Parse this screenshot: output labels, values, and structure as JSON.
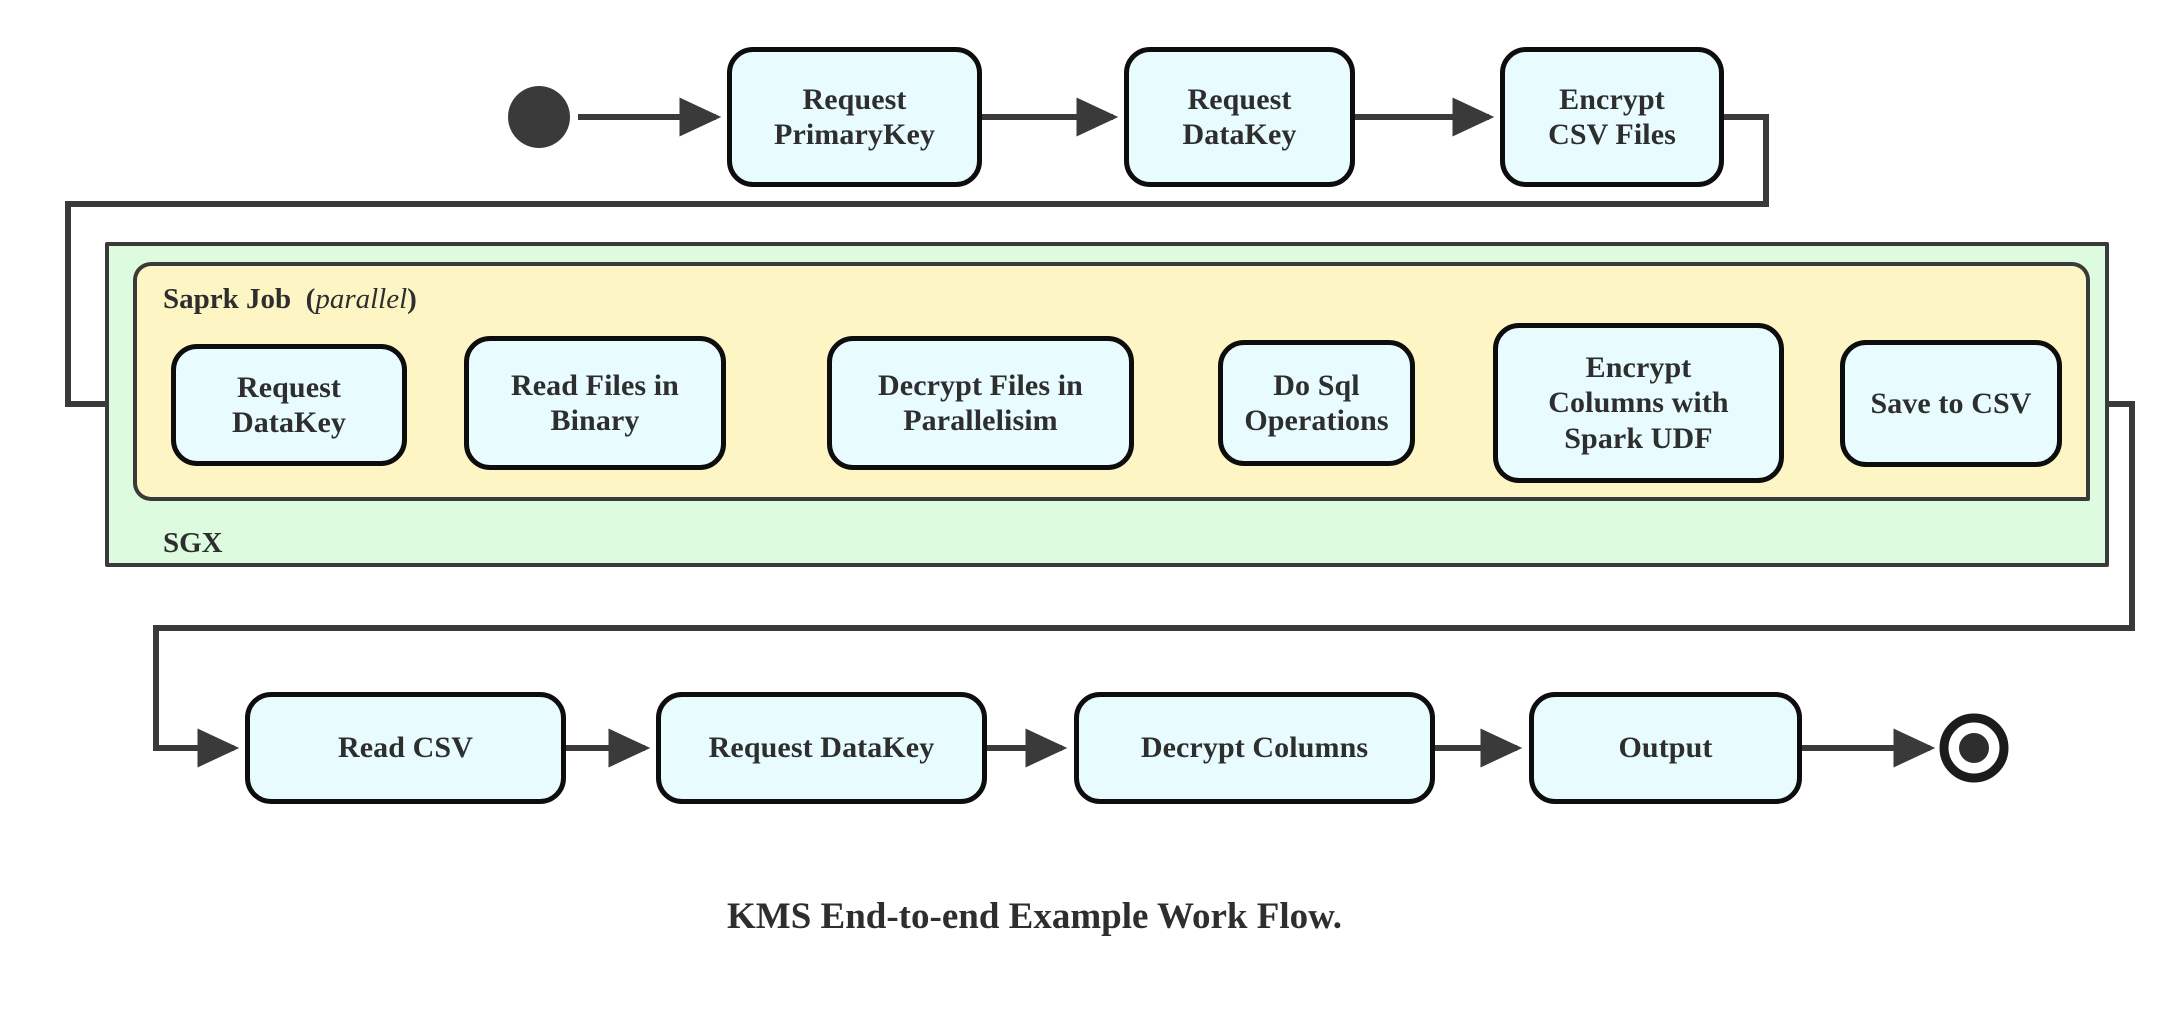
{
  "diagram": {
    "caption": "KMS End-to-end Example Work Flow.",
    "colors": {
      "node_fill": "#e8fcff",
      "node_stroke": "#0d0d0d",
      "sgx_fill": "#ddfbdf",
      "spark_fill": "#fdf5c4",
      "group_stroke": "#3a3a3a",
      "text": "#2e2e2e",
      "connector": "#3a3a3a",
      "background": "#ffffff"
    },
    "markers": {
      "start_node": "start-state-filled-circle",
      "end_node": "end-state-bullseye-circle"
    },
    "groups": {
      "sgx": {
        "label": "SGX"
      },
      "spark": {
        "label_main": "Saprk Job",
        "label_open_paren": "(",
        "label_italic": "parallel",
        "label_close_paren": ")"
      }
    },
    "rows": {
      "top": [
        {
          "id": "request-primarykey",
          "label": "Request\nPrimaryKey"
        },
        {
          "id": "request-datakey-top",
          "label": "Request\nDataKey"
        },
        {
          "id": "encrypt-csv-files",
          "label": "Encrypt\nCSV Files"
        }
      ],
      "spark": [
        {
          "id": "request-datakey-spark",
          "label": "Request\nDataKey"
        },
        {
          "id": "read-files-in-binary",
          "label": "Read Files in\nBinary"
        },
        {
          "id": "decrypt-files-in-parallelisim",
          "label": "Decrypt Files in\nParallelisim"
        },
        {
          "id": "do-sql-operations",
          "label": "Do Sql\nOperations"
        },
        {
          "id": "encrypt-columns-with-spark-udf",
          "label": "Encrypt\nColumns with\nSpark UDF"
        },
        {
          "id": "save-to-csv",
          "label": "Save to CSV"
        }
      ],
      "bottom": [
        {
          "id": "read-csv",
          "label": "Read CSV"
        },
        {
          "id": "request-datakey-bottom",
          "label": "Request DataKey"
        },
        {
          "id": "decrypt-columns",
          "label": "Decrypt Columns"
        },
        {
          "id": "output",
          "label": "Output"
        }
      ]
    }
  }
}
